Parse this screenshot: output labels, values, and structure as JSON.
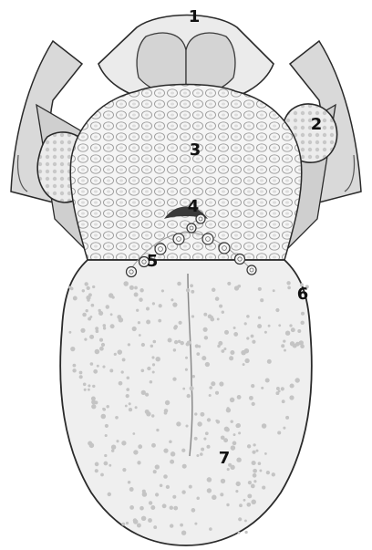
{
  "diagram": {
    "labels": [
      "1",
      "2",
      "3",
      "4",
      "5",
      "6",
      "7"
    ]
  },
  "colors": {
    "outline": "#2a2a2a",
    "tongue_fill": "#efefef",
    "papillae": "#bdbdbd",
    "lymphoid": "#f3f3f3",
    "tonsil": "#dedede",
    "walls": "#cfcfcf",
    "epiglottis": "#d4d4d4"
  }
}
